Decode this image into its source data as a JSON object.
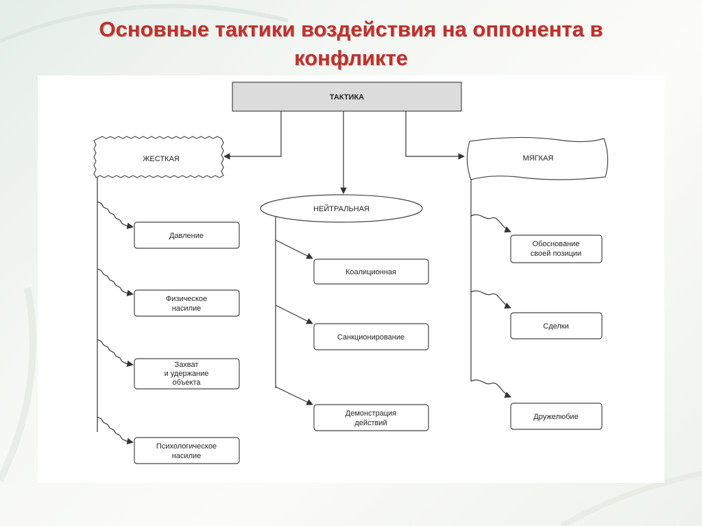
{
  "slide": {
    "title_line1": "Основные тактики воздействия на оппонента в",
    "title_line2": "конфликте"
  },
  "diagram": {
    "root": "ТАКТИКА",
    "hard": {
      "label": "ЖЕСТКАЯ",
      "items": [
        [
          "Давление"
        ],
        [
          "Физическое",
          "насилие"
        ],
        [
          "Захват",
          "и удержание",
          "объекта"
        ],
        [
          "Психологическое",
          "насилие"
        ]
      ]
    },
    "neutral": {
      "label": "НЕЙТРАЛЬНАЯ",
      "items": [
        [
          "Коалиционная"
        ],
        [
          "Санкционирование"
        ],
        [
          "Демонстрация",
          "действий"
        ]
      ]
    },
    "soft": {
      "label": "МЯГКАЯ",
      "items": [
        [
          "Обоснование",
          "своей позиции"
        ],
        [
          "Сделки"
        ],
        [
          "Дружелюбие"
        ]
      ]
    }
  },
  "colors": {
    "title": "#c0302a",
    "root_fill": "#dcdcdc",
    "line": "#333333"
  }
}
